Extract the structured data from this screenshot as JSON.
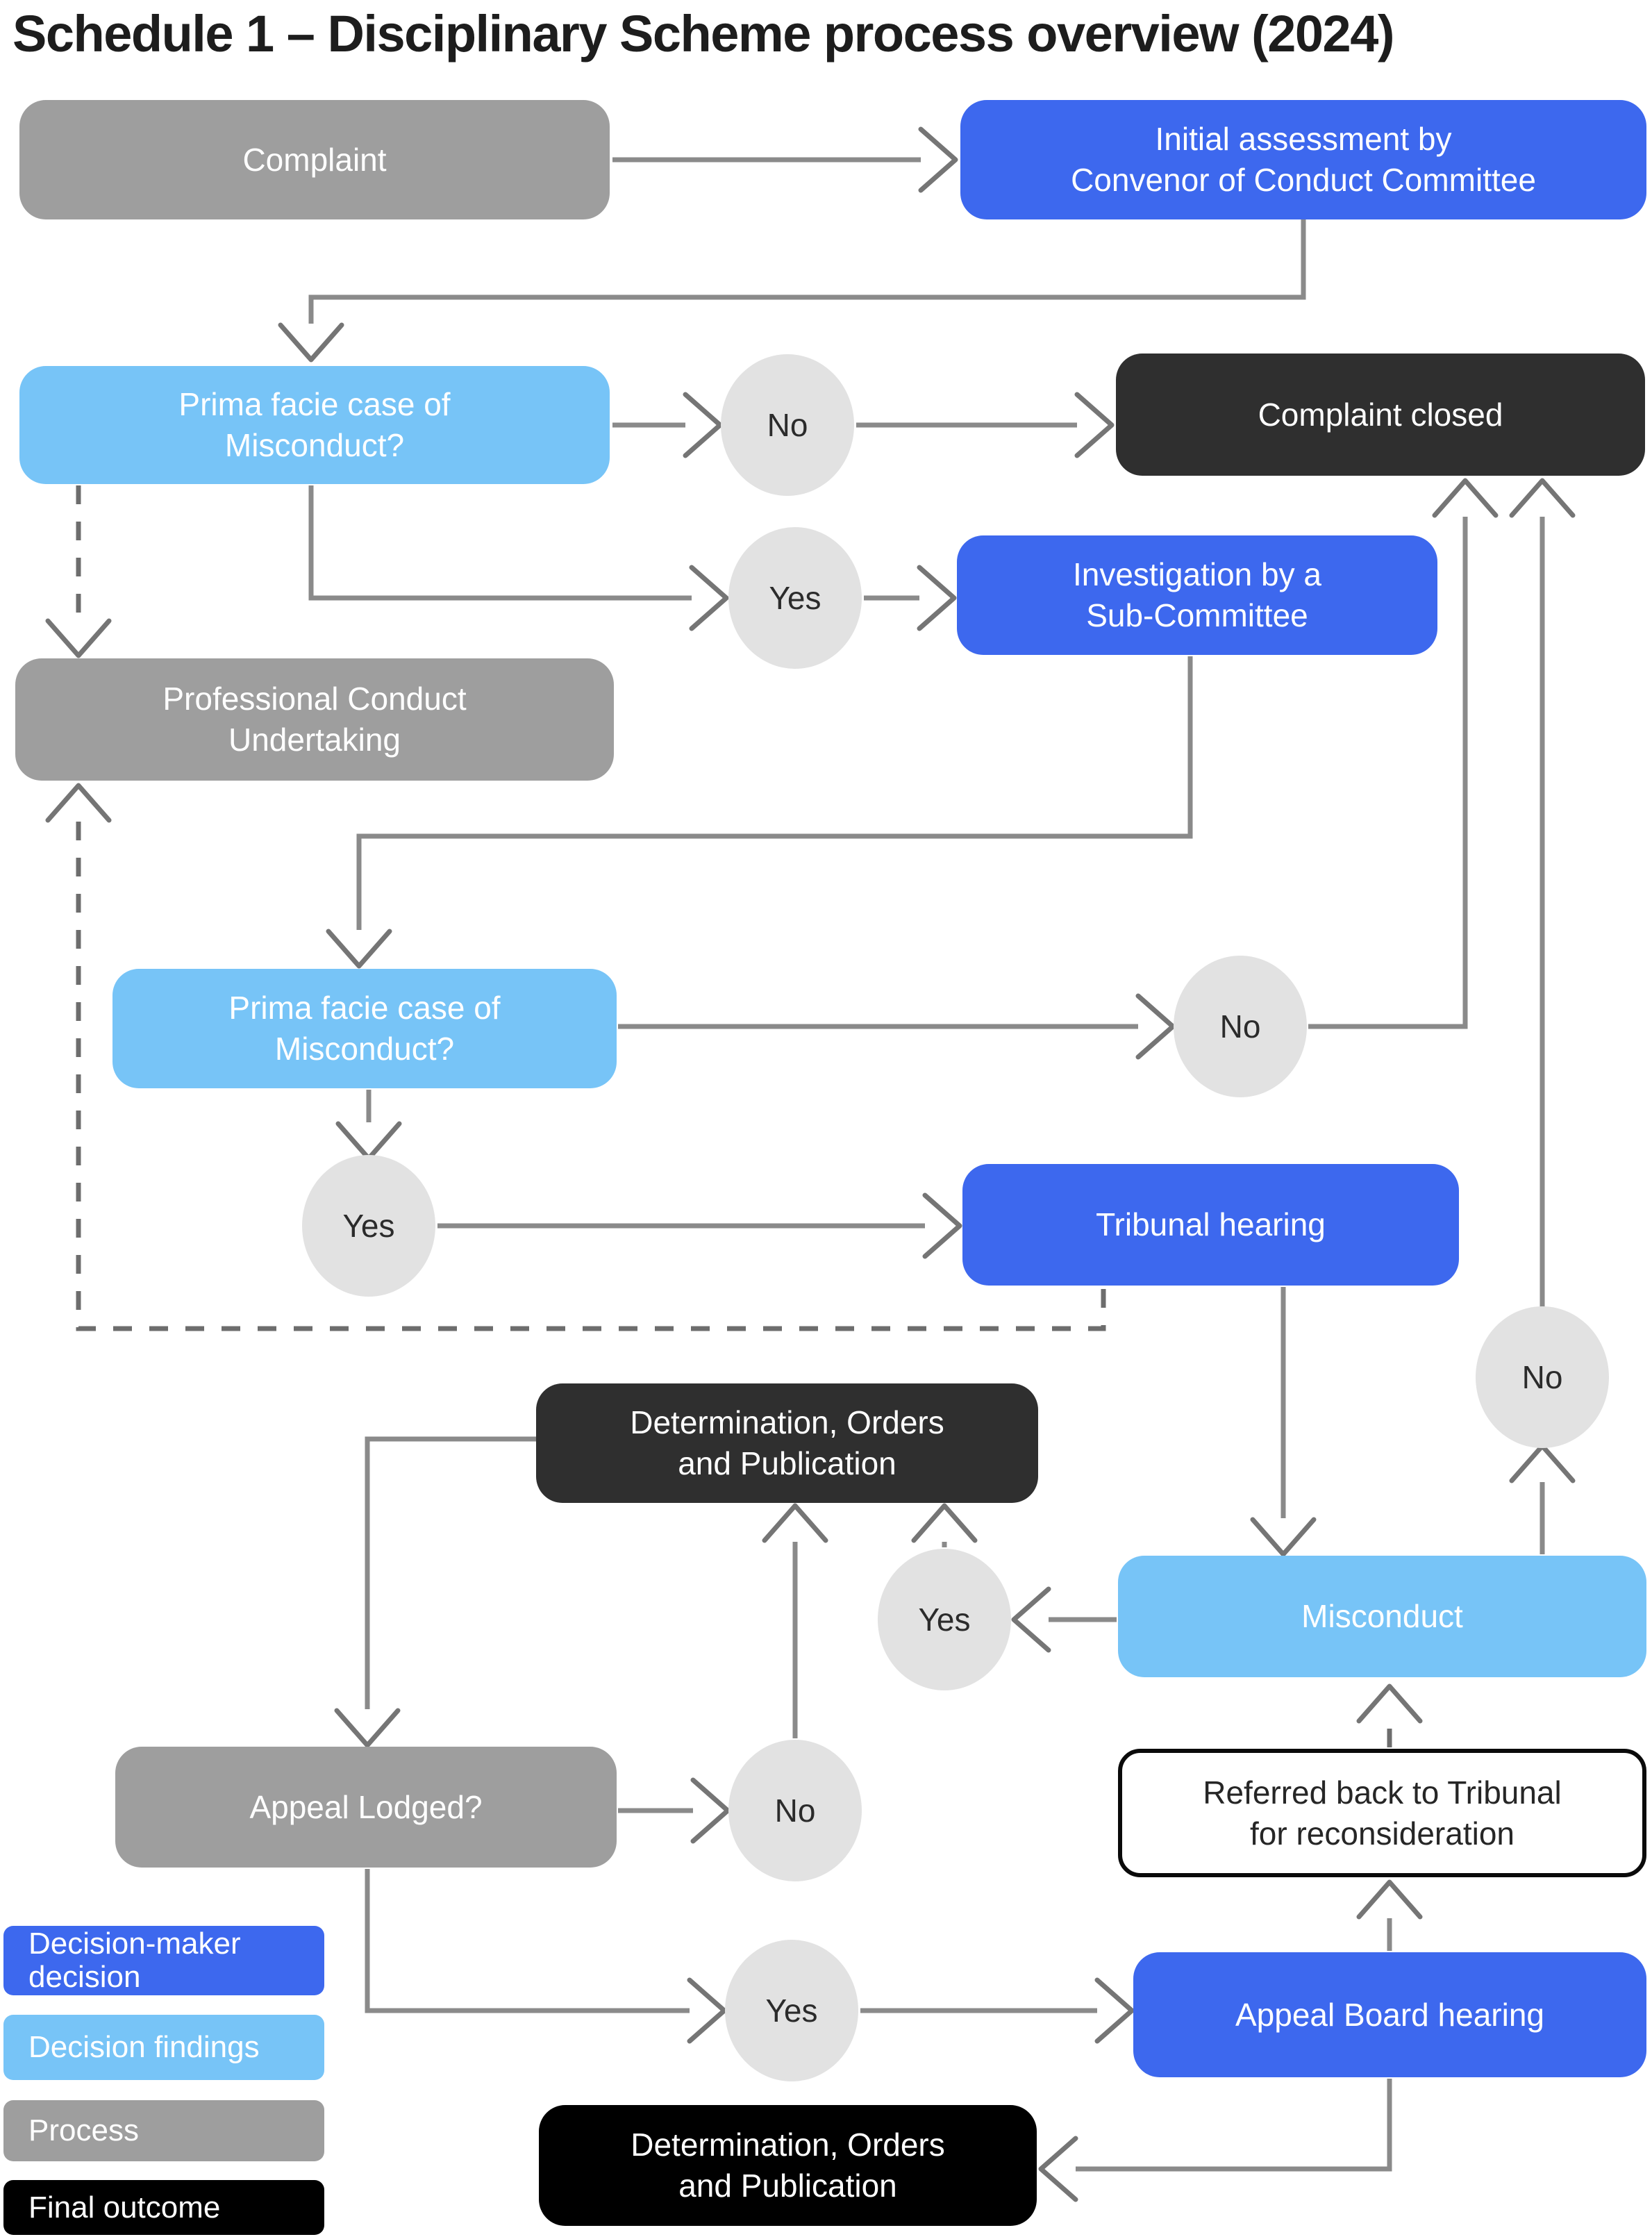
{
  "title": "Schedule 1 – Disciplinary Scheme process overview (2024)",
  "labels": {
    "yes": "Yes",
    "no": "No"
  },
  "nodes": {
    "complaint": "Complaint",
    "initial_assessment": "Initial assessment by\nConvenor of Conduct Committee",
    "prima_facie_1": "Prima facie case of\nMisconduct?",
    "complaint_closed": "Complaint closed",
    "investigation": "Investigation by a\nSub-Committee",
    "professional_conduct": "Professional Conduct\nUndertaking",
    "prima_facie_2": "Prima facie case of\nMisconduct?",
    "tribunal_hearing": "Tribunal hearing",
    "determination_1": "Determination, Orders\nand Publication",
    "misconduct": "Misconduct",
    "referred_back": "Referred back to Tribunal\nfor reconsideration",
    "appeal_lodged": "Appeal Lodged?",
    "appeal_board": "Appeal Board hearing",
    "determination_2": "Determination, Orders\nand Publication"
  },
  "legend": {
    "decision_maker": "Decision-maker\ndecision",
    "decision_findings": "Decision findings",
    "process": "Process",
    "final_outcome": "Final outcome"
  },
  "palette": {
    "decision_maker_blue": "#3D68EE",
    "decision_findings_light_blue": "#77C4F7",
    "process_gray": "#9E9E9E",
    "final_outcome_black": "#000000",
    "outcome_charcoal": "#2F2F2F",
    "node_circle_gray": "#E2E2E2",
    "connector_gray": "#8A8A8A"
  }
}
